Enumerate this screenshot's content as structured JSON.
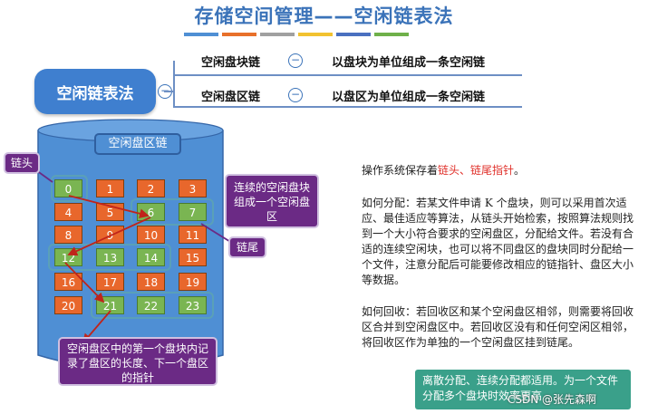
{
  "title": "存储空间管理——空闲链表法",
  "title_bar_colors": [
    "#4f8fd4",
    "#e8702a",
    "#a0a0a0",
    "#f2c230",
    "#4a70c0",
    "#6fb04a"
  ],
  "main_node": "空闲链表法",
  "branches": [
    {
      "name": "空闲盘块链",
      "desc": "以盘块为单位组成一条空闲链"
    },
    {
      "name": "空闲盘区链",
      "desc": "以盘区为单位组成一条空闲链"
    }
  ],
  "diagram": {
    "header_label": "空闲盘区链",
    "head_label": "链头",
    "tail_label": "链尾",
    "blocks": [
      {
        "n": "0",
        "state": "free"
      },
      {
        "n": "1",
        "state": "used"
      },
      {
        "n": "2",
        "state": "used"
      },
      {
        "n": "3",
        "state": "used"
      },
      {
        "n": "4",
        "state": "used"
      },
      {
        "n": "5",
        "state": "used"
      },
      {
        "n": "6",
        "state": "free"
      },
      {
        "n": "7",
        "state": "free"
      },
      {
        "n": "8",
        "state": "used"
      },
      {
        "n": "9",
        "state": "used"
      },
      {
        "n": "10",
        "state": "used"
      },
      {
        "n": "11",
        "state": "used"
      },
      {
        "n": "12",
        "state": "free"
      },
      {
        "n": "13",
        "state": "free"
      },
      {
        "n": "14",
        "state": "free"
      },
      {
        "n": "15",
        "state": "used"
      },
      {
        "n": "16",
        "state": "used"
      },
      {
        "n": "17",
        "state": "used"
      },
      {
        "n": "18",
        "state": "used"
      },
      {
        "n": "19",
        "state": "used"
      },
      {
        "n": "20",
        "state": "used"
      },
      {
        "n": "21",
        "state": "free"
      },
      {
        "n": "22",
        "state": "free"
      },
      {
        "n": "23",
        "state": "free"
      }
    ],
    "callout_contiguous": "连续的空闲盘块组成一个空闲盘区",
    "callout_first_block": "空闲盘区中的第一个盘块内记录了盘区的长度、下一个盘区的指针"
  },
  "text": {
    "p1_prefix": "操作系统保存着",
    "p1_red": "链头、链尾指针",
    "p1_suffix": "。",
    "p2": "如何分配：若某文件申请 K 个盘块，则可以采用首次适应、最佳适应等算法，从链头开始检索，按照算法规则找到一个大小符合要求的空闲盘区，分配给文件。若没有合适的连续空闲块，也可以将不同盘区的盘块同时分配给一个文件，注意分配后可能要修改相应的链指针、盘区大小等数据。",
    "p3": "如何回收：若回收区和某个空闲盘区相邻，则需要将回收区合并到空闲盘区中。若回收区没有和任何空闲区相邻，将回收区作为单独的一个空闲盘区挂到链尾。",
    "note": "离散分配、连续分配都适用。为一个文件分配多个盘块时效率更高",
    "watermark": "CSDN @张先森啊"
  },
  "colors": {
    "free": "#7ab552",
    "used": "#e8672c",
    "cylinder": "#4f8fd4",
    "accent": "#3b73b9"
  }
}
